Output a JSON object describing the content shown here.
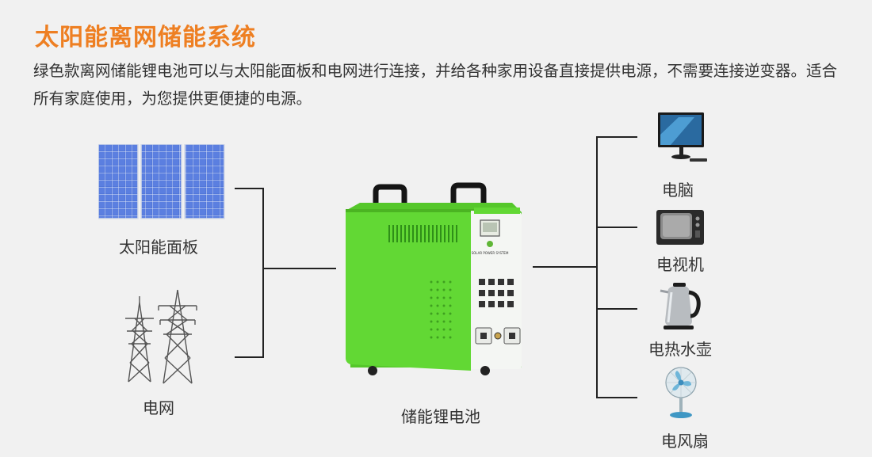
{
  "header": {
    "title": "太阳能离网储能系统",
    "description": "绿色款离网储能锂电池可以与太阳能面板和电网进行连接，并给各种家用设备直接提供电源，不需要连接逆变器。适合所有家庭使用，为您提供更便捷的电源。"
  },
  "inputs": {
    "solar_panel_label": "太阳能面板",
    "grid_label": "电网"
  },
  "center": {
    "battery_label": "储能锂电池",
    "device_text": "SOLAR POWER SYSTEM"
  },
  "outputs": [
    {
      "label": "电脑",
      "icon": "computer-monitor-icon"
    },
    {
      "label": "电视机",
      "icon": "television-icon"
    },
    {
      "label": "电热水壶",
      "icon": "electric-kettle-icon"
    },
    {
      "label": "电风扇",
      "icon": "electric-fan-icon"
    }
  ],
  "colors": {
    "title": "#ee7f22",
    "battery_green": "#5fd12e",
    "panel_blue": "#3f63c9",
    "line": "#222222"
  }
}
